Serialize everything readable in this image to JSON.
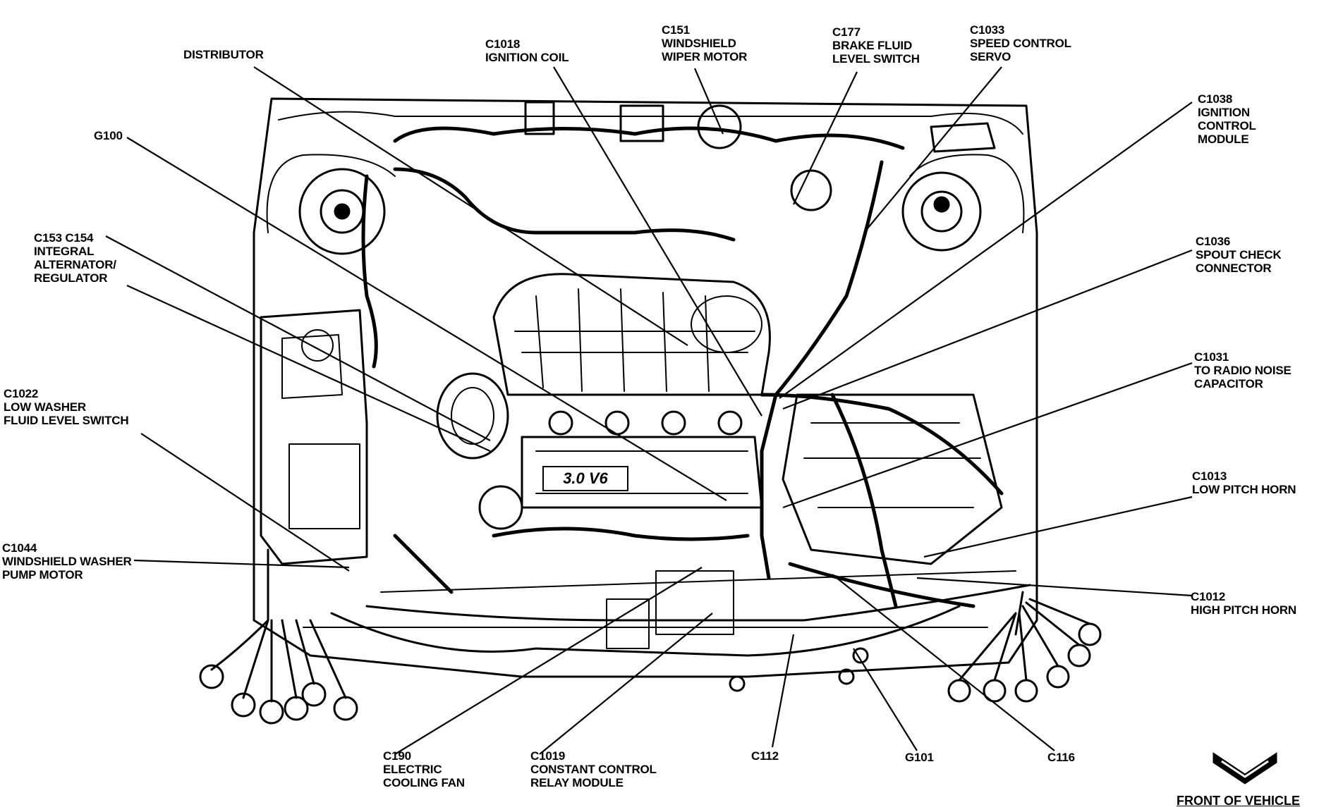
{
  "labels": {
    "distributor": [
      "DISTRIBUTOR"
    ],
    "c1018": [
      "C1018",
      "IGNITION COIL"
    ],
    "c151": [
      "C151",
      "WINDSHIELD",
      "WIPER MOTOR"
    ],
    "c177": [
      "C177",
      "BRAKE FLUID",
      "LEVEL SWITCH"
    ],
    "c1033": [
      "C1033",
      "SPEED CONTROL",
      "SERVO"
    ],
    "c1038": [
      "C1038",
      "IGNITION",
      "CONTROL",
      "MODULE"
    ],
    "g100": [
      "G100"
    ],
    "c153": [
      "C153 C154",
      "INTEGRAL",
      "ALTERNATOR/",
      "REGULATOR"
    ],
    "c1036": [
      "C1036",
      "SPOUT CHECK",
      "CONNECTOR"
    ],
    "c1031": [
      "C1031",
      "TO RADIO NOISE",
      "CAPACITOR"
    ],
    "c1022": [
      "C1022",
      "LOW WASHER",
      "FLUID LEVEL SWITCH"
    ],
    "c1013": [
      "C1013",
      "LOW PITCH HORN"
    ],
    "c1044": [
      "C1044",
      "WINDSHIELD WASHER",
      "PUMP MOTOR"
    ],
    "c1012": [
      "C1012",
      "HIGH PITCH HORN"
    ],
    "c190": [
      "C190",
      "ELECTRIC",
      "COOLING FAN"
    ],
    "c1019": [
      "C1019",
      "CONSTANT CONTROL",
      "RELAY MODULE"
    ],
    "c112": [
      "C112"
    ],
    "g101": [
      "G101"
    ],
    "c116": [
      "C116"
    ]
  },
  "engine_badge": "3.0 V6",
  "front_label": "FRONT OF VEHICLE",
  "icons": {
    "front_arrow": "double-chevron-down-icon"
  }
}
